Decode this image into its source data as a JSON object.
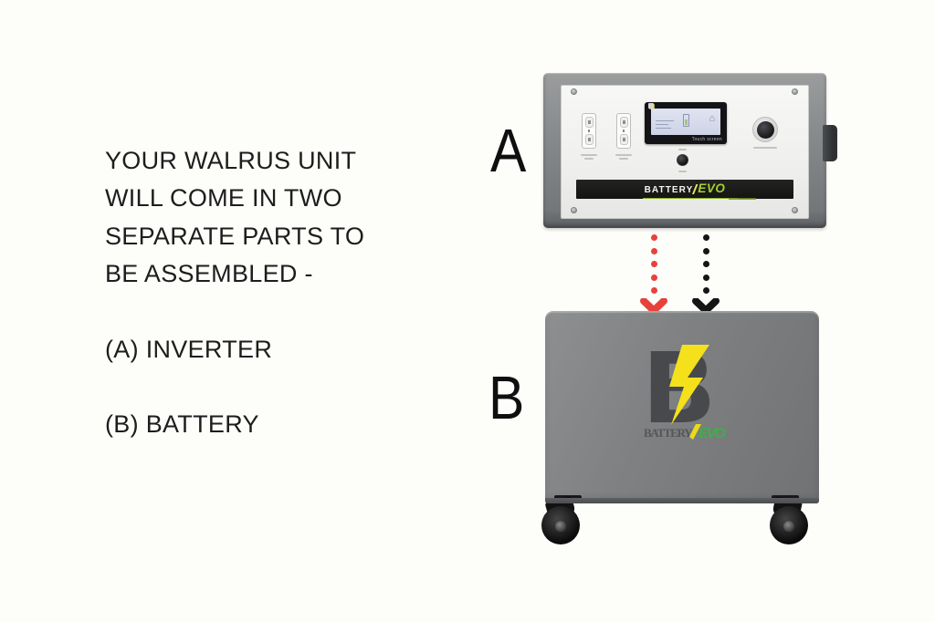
{
  "intro": {
    "lines": [
      "YOUR WALRUS UNIT",
      "WILL COME IN TWO",
      "SEPARATE PARTS TO",
      "BE ASSEMBLED -"
    ],
    "part_a": "(A) INVERTER",
    "part_b": "(B) BATTERY"
  },
  "figure": {
    "label_a": "A",
    "label_b": "B"
  },
  "inverter": {
    "brand": "BATTERY",
    "brand_accent": "EVO",
    "screen_label": "Touch screen"
  },
  "battery": {
    "brand": "BATTERY",
    "brand_accent": "EVO"
  },
  "colors": {
    "background": "#fdfdfa",
    "arrow_red": "#e8413b",
    "arrow_black": "#151515",
    "brand_green": "#a4cf35",
    "logo_green": "#3fae49",
    "bolt_yellow": "#f4e11c",
    "unit_gray": "#85888a"
  }
}
